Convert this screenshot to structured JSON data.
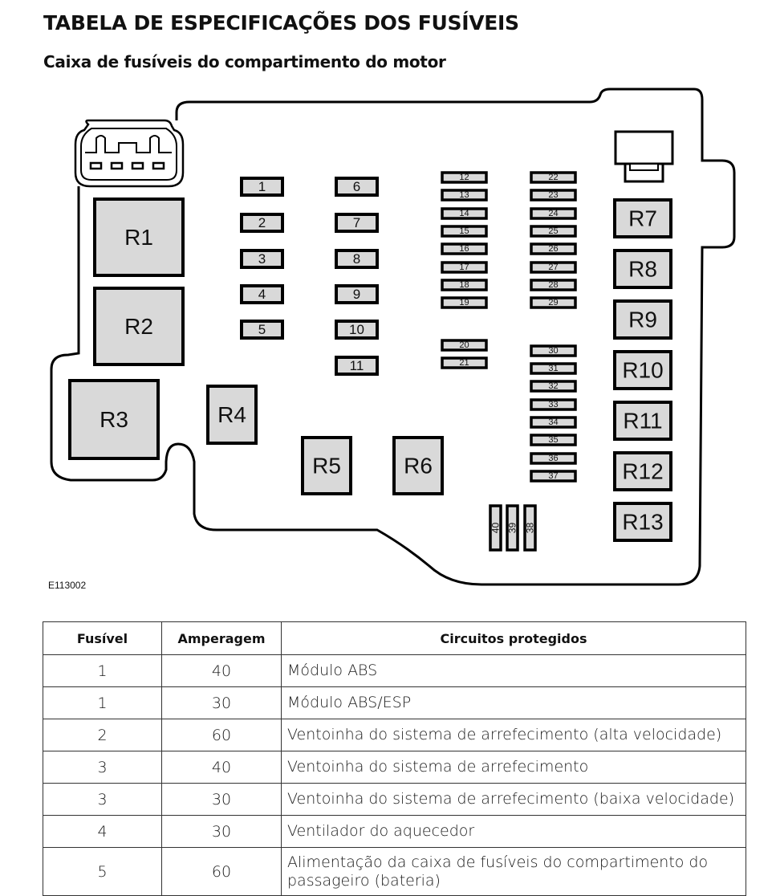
{
  "header": {
    "title": "TABELA DE ESPECIFICAÇÕES DOS FUSÍVEIS",
    "subtitle": "Caixa de fusíveis do compartimento do motor"
  },
  "diagram": {
    "figure_id": "E113002",
    "colors": {
      "component_fill": "#d9d9d9",
      "outline": "#000000"
    },
    "relays": [
      "R1",
      "R2",
      "R3",
      "R4",
      "R5",
      "R6",
      "R7",
      "R8",
      "R9",
      "R10",
      "R11",
      "R12",
      "R13"
    ],
    "fuses_large": [
      "1",
      "2",
      "3",
      "4",
      "5",
      "6",
      "7",
      "8",
      "9",
      "10",
      "11"
    ],
    "fuses_mini_left": [
      "12",
      "13",
      "14",
      "15",
      "16",
      "17",
      "18",
      "19",
      "20",
      "21"
    ],
    "fuses_mini_right": [
      "22",
      "23",
      "24",
      "25",
      "26",
      "27",
      "28",
      "29",
      "30",
      "31",
      "32",
      "33",
      "34",
      "35",
      "36",
      "37"
    ],
    "fuses_vertical": [
      "40",
      "39",
      "38"
    ]
  },
  "table": {
    "headers": [
      "Fusível",
      "Amperagem",
      "Circuitos protegidos"
    ],
    "rows": [
      {
        "fuse": "1",
        "amperage": "40",
        "circuit": "Módulo ABS"
      },
      {
        "fuse": "1",
        "amperage": "30",
        "circuit": "Módulo ABS/ESP"
      },
      {
        "fuse": "2",
        "amperage": "60",
        "circuit": "Ventoinha do sistema de arrefecimento (alta velocidade)"
      },
      {
        "fuse": "3",
        "amperage": "40",
        "circuit": "Ventoinha do sistema de arrefecimento"
      },
      {
        "fuse": "3",
        "amperage": "30",
        "circuit": "Ventoinha do sistema de arrefecimento (baixa velocidade)"
      },
      {
        "fuse": "4",
        "amperage": "30",
        "circuit": "Ventilador do aquecedor"
      },
      {
        "fuse": "5",
        "amperage": "60",
        "circuit": "Alimentação da caixa de fusíveis do compartimento do passageiro (bateria)"
      }
    ]
  }
}
